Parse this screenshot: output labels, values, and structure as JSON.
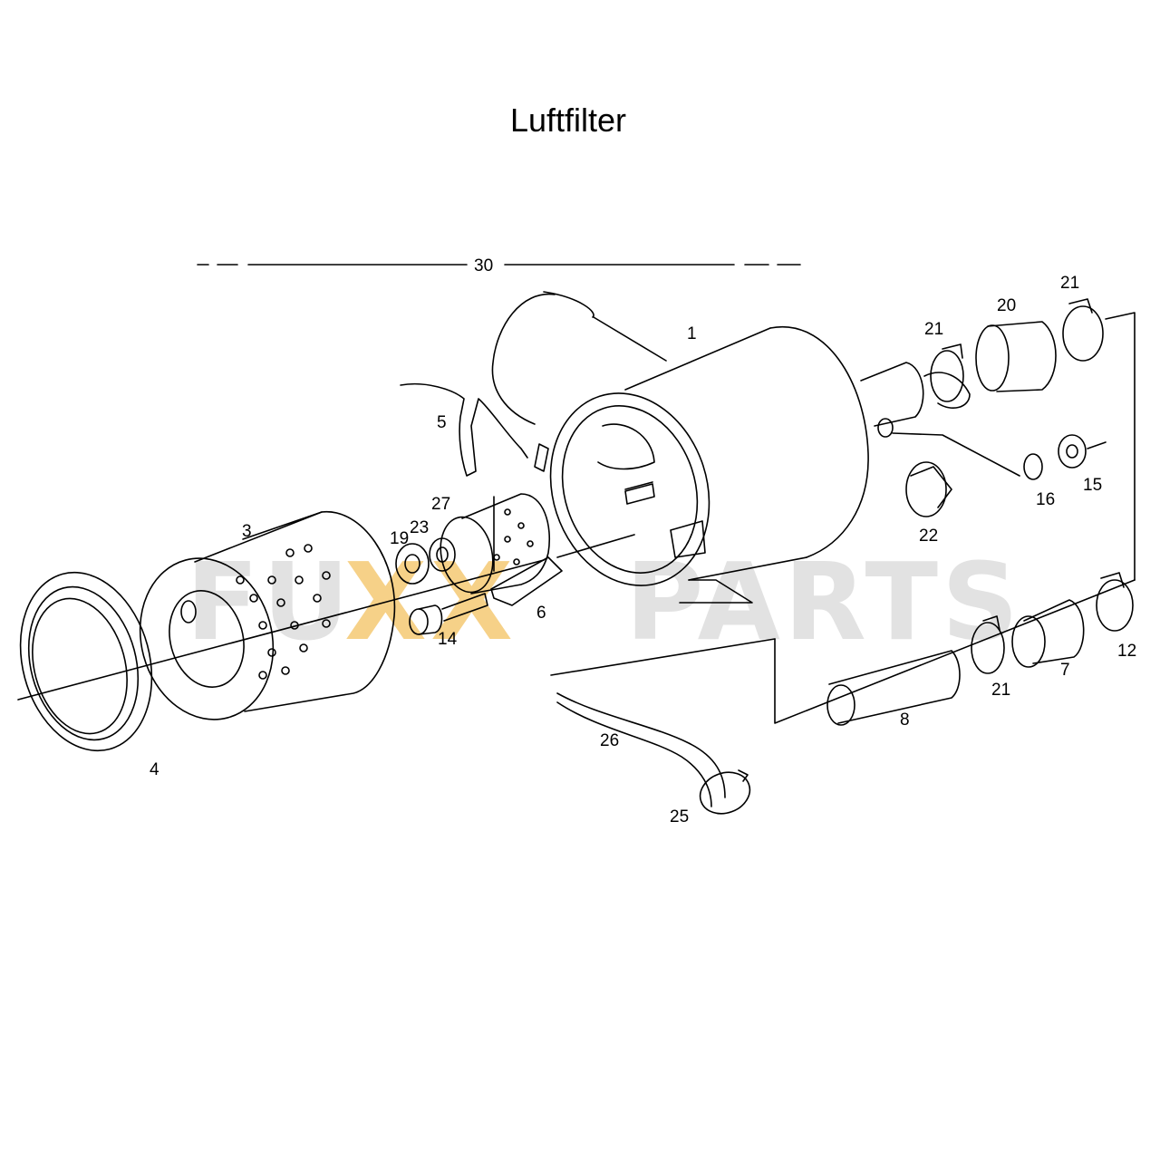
{
  "title": "Luftfilter",
  "watermark": {
    "left": "FU",
    "middle": "XX",
    "right": "PARTS",
    "colors": {
      "grey": "#d9d9d9",
      "accent": "#f3c261"
    }
  },
  "parts": [
    {
      "number": "1"
    },
    {
      "number": "3"
    },
    {
      "number": "4"
    },
    {
      "number": "5"
    },
    {
      "number": "6"
    },
    {
      "number": "7"
    },
    {
      "number": "8"
    },
    {
      "number": "12"
    },
    {
      "number": "14"
    },
    {
      "number": "15"
    },
    {
      "number": "16"
    },
    {
      "number": "19"
    },
    {
      "number": "20"
    },
    {
      "number": "21"
    },
    {
      "number": "21"
    },
    {
      "number": "21"
    },
    {
      "number": "22"
    },
    {
      "number": "23"
    },
    {
      "number": "25"
    },
    {
      "number": "26"
    },
    {
      "number": "27"
    },
    {
      "number": "30"
    }
  ]
}
